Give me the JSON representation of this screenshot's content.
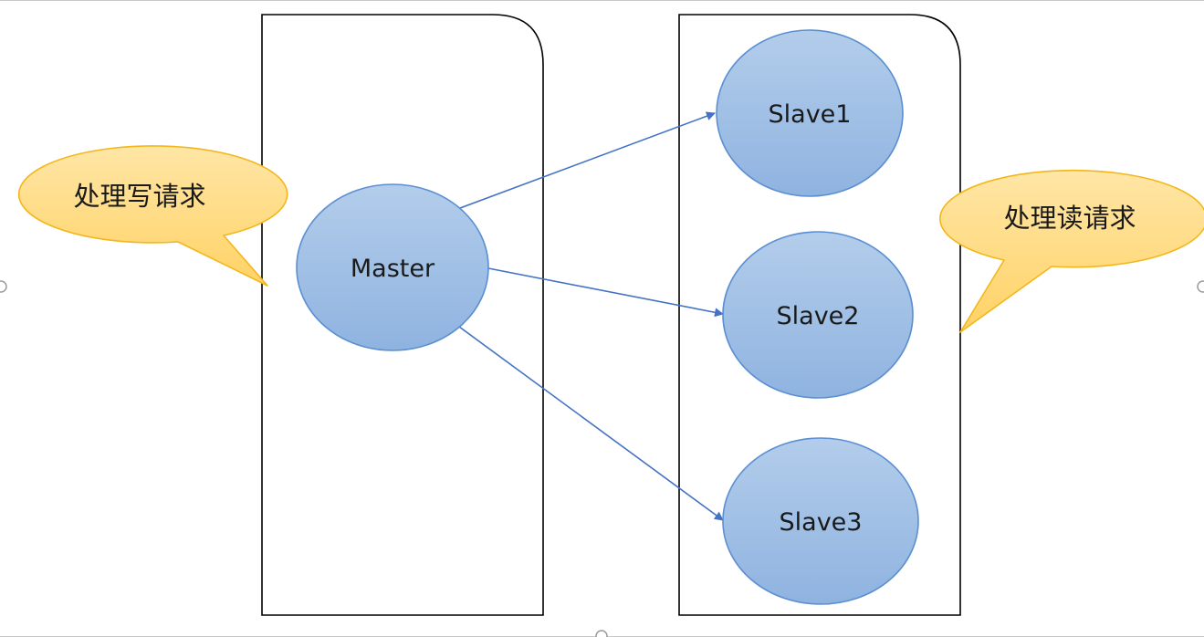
{
  "diagram": {
    "nodes": {
      "master": "Master",
      "slave1": "Slave1",
      "slave2": "Slave2",
      "slave3": "Slave3"
    },
    "callouts": {
      "write": "处理写请求",
      "read": "处理读请求"
    },
    "edges": [
      {
        "from": "Master",
        "to": "Slave1"
      },
      {
        "from": "Master",
        "to": "Slave2"
      },
      {
        "from": "Master",
        "to": "Slave3"
      }
    ],
    "colors": {
      "node_fill_top": "#b3cdeb",
      "node_fill_bottom": "#8fb3e0",
      "node_stroke": "#5b8fd1",
      "arrow": "#4472c4",
      "callout_fill_top": "#ffe6a6",
      "callout_fill_bottom": "#ffd266",
      "callout_stroke": "#f3b71b",
      "container_stroke": "#000000"
    }
  }
}
